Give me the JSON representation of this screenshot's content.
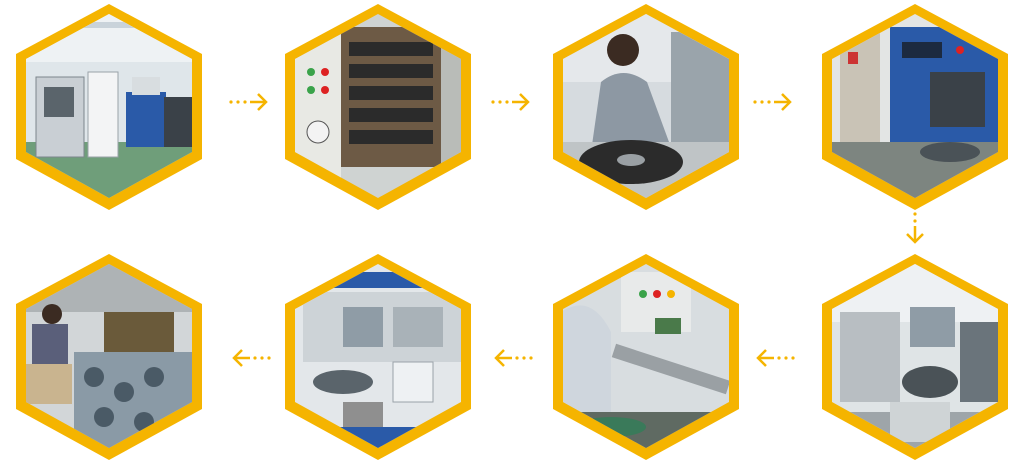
{
  "colors": {
    "accent": "#f5b400",
    "background": "#ffffff",
    "photo_light": "#dfe6ea",
    "photo_mid": "#8f9ca6",
    "photo_dark": "#3a4148",
    "machine_blue": "#2a5aa8",
    "floor_green": "#6f9e7a"
  },
  "steps": [
    {
      "scene": "production-floor",
      "icon": "factory-machines-photo"
    },
    {
      "scene": "curing-oven",
      "icon": "oven-photo"
    },
    {
      "scene": "manual-inspection",
      "icon": "worker-photo"
    },
    {
      "scene": "test-chamber",
      "icon": "chamber-photo"
    },
    {
      "scene": "feeder-machine",
      "icon": "feeder-photo"
    },
    {
      "scene": "assembly-line",
      "icon": "assembly-photo"
    },
    {
      "scene": "packaging-machine",
      "icon": "packaging-machine-photo"
    },
    {
      "scene": "bagging-and-boxing",
      "icon": "bagging-photo"
    }
  ],
  "arrows": [
    {
      "direction": "right"
    },
    {
      "direction": "right"
    },
    {
      "direction": "right"
    },
    {
      "direction": "down"
    },
    {
      "direction": "left"
    },
    {
      "direction": "left"
    },
    {
      "direction": "left"
    }
  ]
}
